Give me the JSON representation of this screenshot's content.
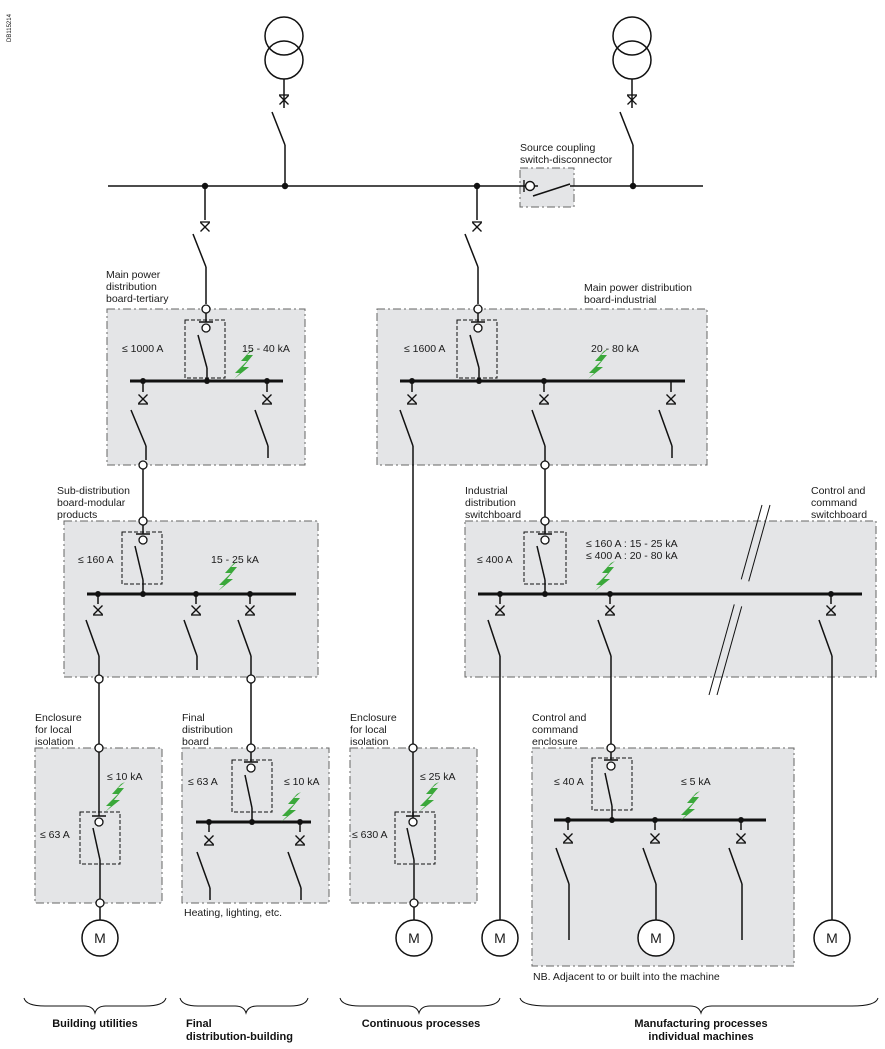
{
  "code": "DB115214",
  "colors": {
    "panel": "#e4e5e7",
    "line": "#111111",
    "lightning": "#3aa83a"
  },
  "icons": {
    "transformer": "transformer-icon",
    "lightning": "lightning-icon",
    "motor": "motor-icon",
    "breaker": "breaker-icon"
  },
  "labels": {
    "source_coupling_1": "Source coupling",
    "source_coupling_2": "switch-disconnector",
    "mpdb_tertiary_1": "Main power",
    "mpdb_tertiary_2": "distribution",
    "mpdb_tertiary_3": "board-tertiary",
    "mpdb_industrial_1": "Main power distribution",
    "mpdb_industrial_2": "board-industrial",
    "subdist_1": "Sub-distribution",
    "subdist_2": "board-modular",
    "subdist_3": "products",
    "industrial_sw_1": "Industrial",
    "industrial_sw_2": "distribution",
    "industrial_sw_3": "switchboard",
    "control_sw_1": "Control and",
    "control_sw_2": "command",
    "control_sw_3": "switchboard",
    "enclosure_a_1": "Enclosure",
    "enclosure_a_2": "for local",
    "enclosure_a_3": "isolation",
    "final_dist_1": "Final",
    "final_dist_2": "distribution",
    "final_dist_3": "board",
    "enclosure_b_1": "Enclosure",
    "enclosure_b_2": "for local",
    "enclosure_b_3": "isolation",
    "cc_enclosure_1": "Control and",
    "cc_enclosure_2": "command",
    "cc_enclosure_3": "enclosure",
    "heating": "Heating, lighting, etc.",
    "nb": "NB. Adjacent to or built into the machine"
  },
  "ratings": {
    "tertiary_in": "≤ 1000 A",
    "tertiary_sc": "15 - 40 kA",
    "industrial_in": "≤ 1600 A",
    "industrial_sc": "20 - 80 kA",
    "subdist_in": "≤ 160 A",
    "subdist_sc": "15 - 25 kA",
    "indsw_in": "≤ 400 A",
    "indsw_sc_1": "≤ 160 A : 15 - 25 kA",
    "indsw_sc_2": "≤ 400 A : 20 - 80 kA",
    "enc_a_sc": "≤ 10 kA",
    "enc_a_in": "≤ 63 A",
    "final_in": "≤ 63 A",
    "final_sc": "≤ 10 kA",
    "enc_b_sc": "≤ 25 kA",
    "enc_b_in": "≤ 630 A",
    "cce_in": "≤ 40 A",
    "cce_sc": "≤ 5 kA"
  },
  "motor_label": "M",
  "categories": {
    "building_utilities": "Building utilities",
    "final_building_1": "Final",
    "final_building_2": "distribution-building",
    "continuous": "Continuous processes",
    "manufacturing_1": "Manufacturing processes",
    "manufacturing_2": "individual machines"
  }
}
